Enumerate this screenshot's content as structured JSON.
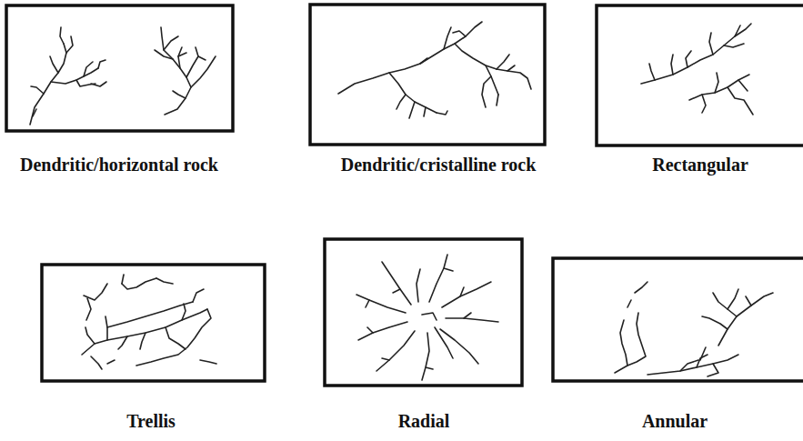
{
  "diagram": {
    "labels": [
      "Dendritic/horizontal rock",
      "Dendritic/cristalline rock",
      "Rectangular",
      "Trellis",
      "Radial",
      "Annular"
    ]
  }
}
